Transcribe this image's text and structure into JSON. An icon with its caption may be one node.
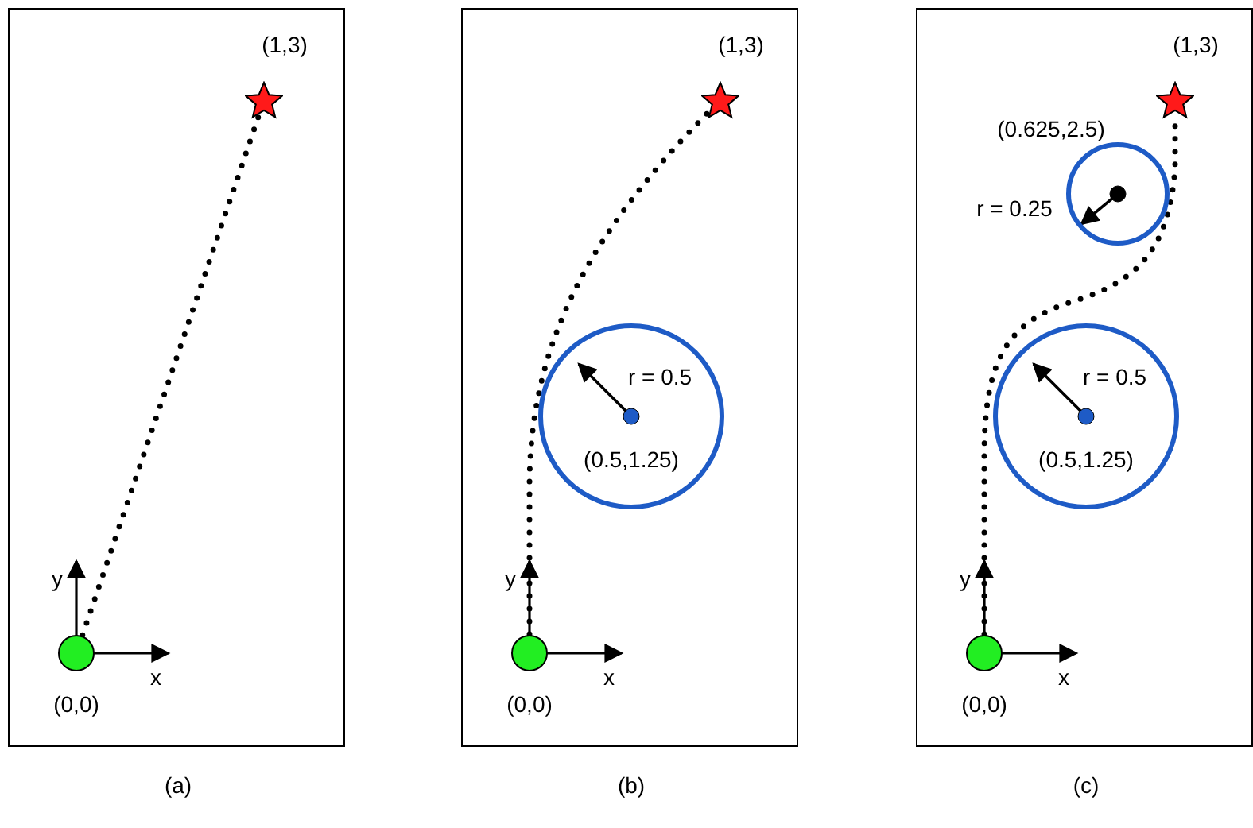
{
  "diagram": {
    "nodes": [
      {
        "text": [
          "(a)"
        ]
      },
      {
        "text": [],
        "shape": "circle",
        "in": 0,
        "beside": [
          "(0,0)"
        ]
      },
      {
        "text": [],
        "shape": "star",
        "in": 0,
        "beside": [
          "(1,3)"
        ]
      },
      {
        "text": [
          "(b)"
        ]
      },
      {
        "text": [],
        "shape": "circle",
        "in": 3,
        "beside": [
          "(0,0)"
        ]
      },
      {
        "text": [],
        "shape": "star",
        "in": 3,
        "beside": [
          "(1,3)"
        ]
      },
      {
        "text": [
          "(0.5,1.25)"
        ],
        "in": 3
      },
      {
        "text": [
          "(c)"
        ]
      },
      {
        "text": [],
        "shape": "circle",
        "in": 7,
        "beside": [
          "(0,0)"
        ]
      },
      {
        "text": [],
        "shape": "star",
        "in": 7,
        "beside": [
          "(1,3)"
        ]
      },
      {
        "text": [],
        "shape": "circle",
        "in": 7,
        "beside": [
          "(0.625,2.5)"
        ]
      },
      {
        "text": [
          "(0.5,1.25)"
        ],
        "in": 7
      }
    ],
    "edges": [
      {
        "from": 1,
        "to": 2,
        "arrow": "none",
        "style": "dashed"
      },
      {
        "from": 4,
        "to": 5,
        "arrow": "none",
        "style": "dashed"
      },
      {
        "from": 8,
        "to": 9,
        "arrow": "none",
        "style": "dashed"
      }
    ],
    "labels": [
      "y",
      "x",
      "r = 0.5",
      "y",
      "x",
      "r = 0.25",
      "r = 0.5",
      "y",
      "x"
    ]
  }
}
